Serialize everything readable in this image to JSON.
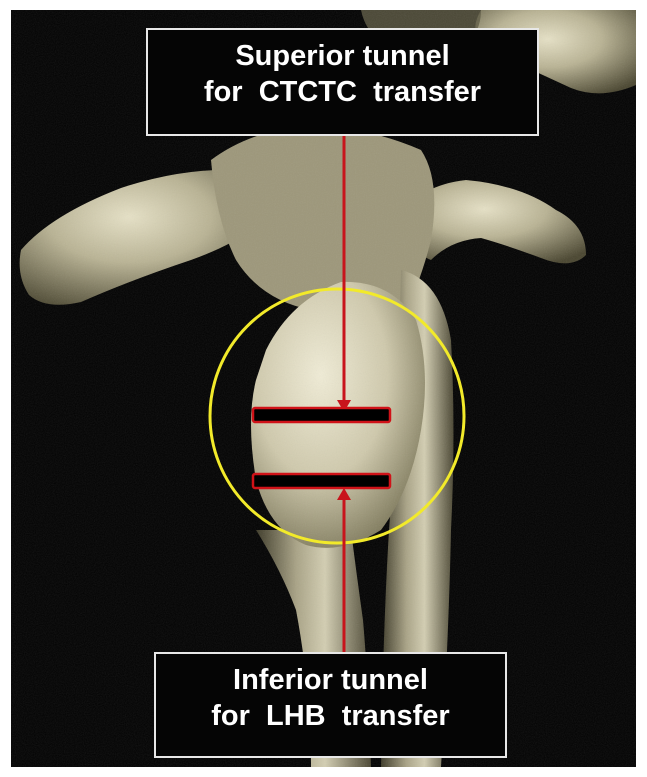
{
  "annotations": {
    "superior": {
      "line1": "Superior tunnel",
      "line2": "for  CTCTC  transfer"
    },
    "inferior": {
      "line1": "Inferior tunnel",
      "line2": "for  LHB  transfer"
    }
  },
  "colors": {
    "background": "#020202",
    "bone": "#b9b394",
    "circle": "#f2ea2a",
    "arrow": "#c8141c",
    "tunnel_fill": "#000000",
    "tunnel_outline": "#d01218",
    "label_border": "#e8e8e8",
    "label_text": "#ffffff"
  }
}
